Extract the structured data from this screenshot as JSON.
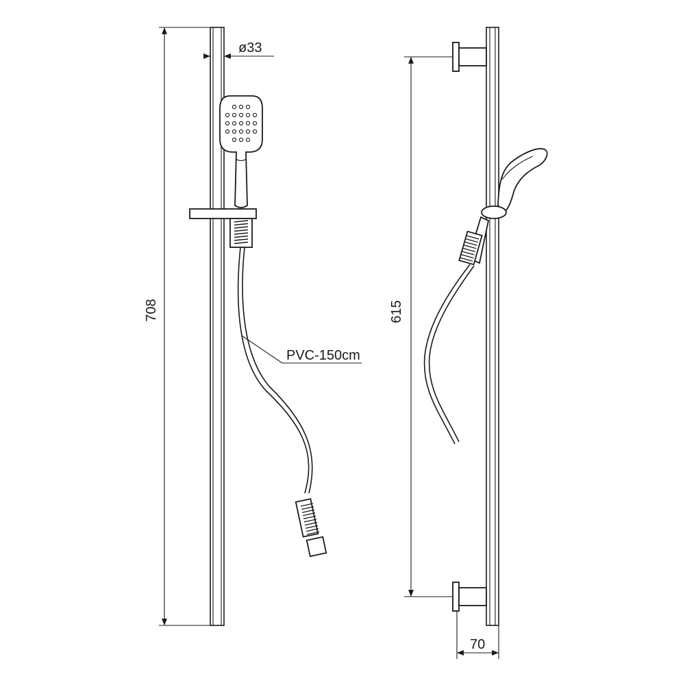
{
  "dimensions": {
    "total_height": "708",
    "pipe_diameter": "ø33",
    "bracket_spacing": "615",
    "wall_offset": "70"
  },
  "labels": {
    "hose": "PVC-150cm"
  }
}
